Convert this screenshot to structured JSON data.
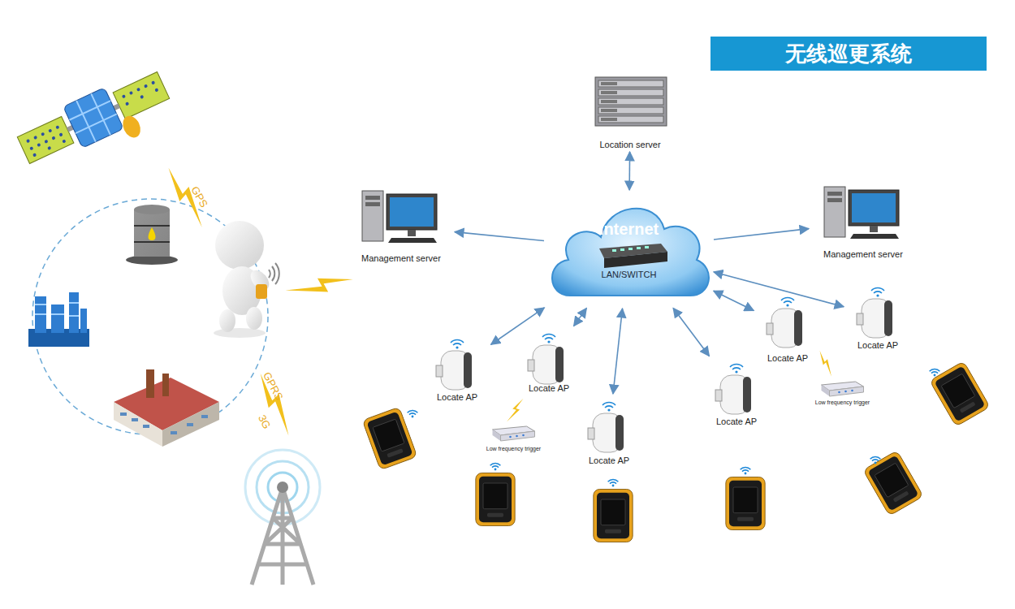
{
  "diagram": {
    "title": "无线巡更系统",
    "nodes": [
      {
        "text": [
          "Location server"
        ]
      },
      {
        "text": [
          "Management server"
        ]
      },
      {
        "text": [
          "Internet",
          "LAN/SWITCH"
        ]
      },
      {
        "text": [
          "Management server"
        ]
      },
      {
        "text": [
          "Locate AP"
        ]
      },
      {
        "text": [
          "Locate AP"
        ]
      },
      {
        "text": [
          "Locate AP"
        ]
      },
      {
        "text": [
          "Locate AP"
        ]
      },
      {
        "text": [
          "Locate AP"
        ]
      },
      {
        "text": [
          "Locate AP"
        ]
      },
      {
        "text": [
          "Low frequency trigger"
        ]
      },
      {
        "text": [
          "Low frequency trigger"
        ]
      }
    ],
    "edges": [
      {
        "from": 2,
        "to": 0,
        "arrow": "both"
      },
      {
        "from": 2,
        "to": 1,
        "arrow": "to"
      },
      {
        "from": 2,
        "to": 3,
        "arrow": "to"
      },
      {
        "from": 2,
        "to": 6,
        "arrow": "both"
      },
      {
        "from": 2,
        "to": 7,
        "arrow": "both"
      },
      {
        "from": 2,
        "to": 9,
        "arrow": "both"
      },
      {
        "from": 2,
        "to": 8,
        "arrow": "both"
      },
      {
        "from": 2,
        "to": 4,
        "arrow": "both"
      },
      {
        "from": 2,
        "to": 5,
        "arrow": "both"
      }
    ],
    "labels": [
      "GPS",
      "GPRS",
      "3G"
    ]
  }
}
